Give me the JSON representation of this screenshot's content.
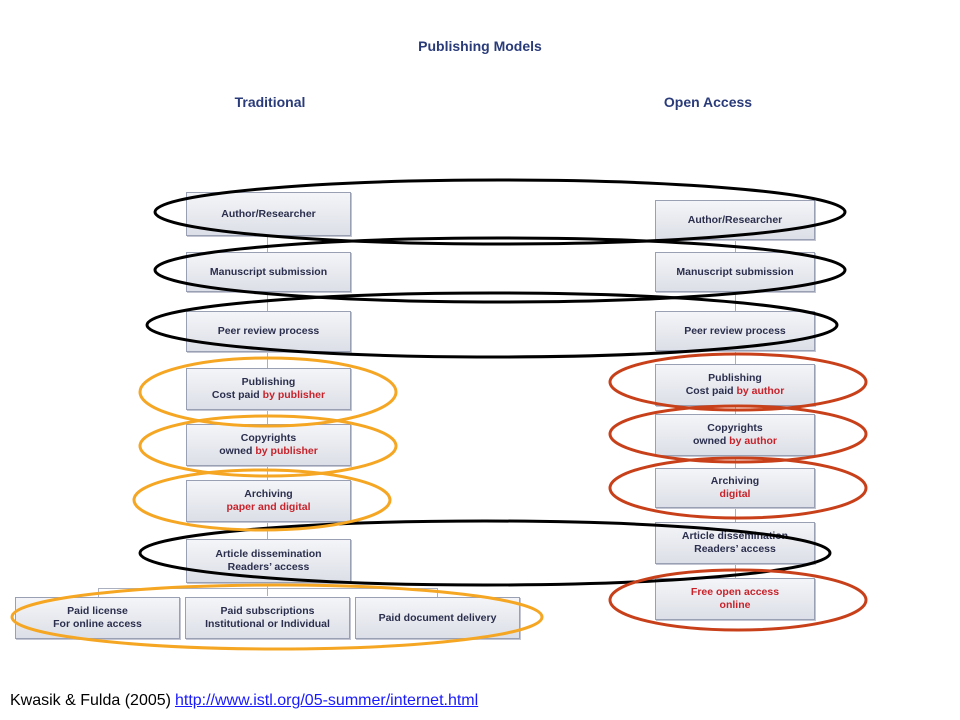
{
  "title": "Publishing Models",
  "columns": {
    "traditional": "Traditional",
    "open_access": "Open Access"
  },
  "traditional": {
    "author": "Author/Researcher",
    "manuscript": "Manuscript submission",
    "peer_review": "Peer review process",
    "publishing": {
      "line1": "Publishing",
      "prefix": "Cost paid ",
      "highlight": "by publisher"
    },
    "copyrights": {
      "line1": "Copyrights",
      "prefix": "owned ",
      "highlight": "by publisher"
    },
    "archiving": {
      "line1": "Archiving",
      "highlight": "paper and digital"
    },
    "dissemination": {
      "line1": "Article dissemination",
      "line2": "Readers’ access"
    },
    "paid_license": {
      "line1": "Paid license",
      "line2": "For online access"
    },
    "paid_subscriptions": {
      "line1": "Paid subscriptions",
      "line2": "Institutional or Individual"
    },
    "paid_delivery": "Paid document delivery"
  },
  "open_access": {
    "author": "Author/Researcher",
    "manuscript": "Manuscript submission",
    "peer_review": "Peer review process",
    "publishing": {
      "line1": "Publishing",
      "prefix": "Cost paid ",
      "highlight": "by author"
    },
    "copyrights": {
      "line1": "Copyrights",
      "prefix": "owned ",
      "highlight": "by author"
    },
    "archiving": {
      "line1": "Archiving",
      "highlight": "digital"
    },
    "dissemination": {
      "line1": "Article dissemination",
      "line2": "Readers’ access"
    },
    "free_access": {
      "line1": "Free open access",
      "line2": "online"
    }
  },
  "caption": {
    "text": "Kwasik & Fulda (2005)",
    "link": "http://www.istl.org/05-summer/internet.html"
  },
  "colors": {
    "shared": "#000000",
    "traditional_only": "#f5a623",
    "open_access_only": "#c8401a",
    "highlight_text": "#c8222a"
  }
}
